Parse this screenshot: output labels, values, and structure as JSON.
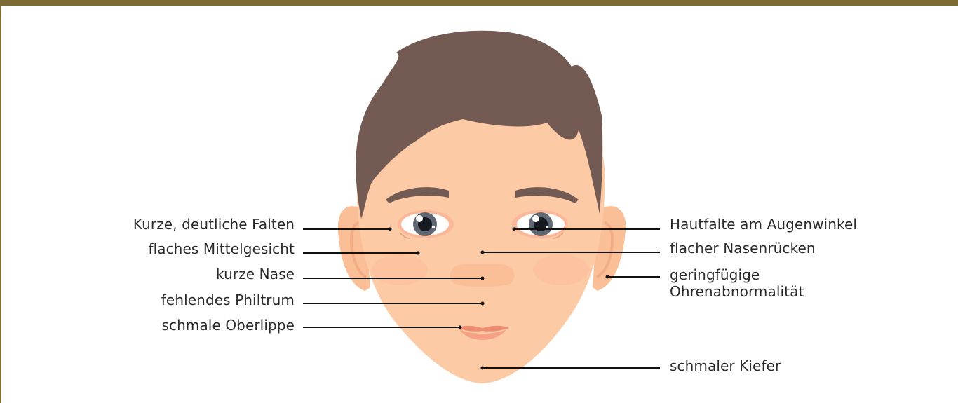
{
  "annotations_left": [
    {
      "id": "kurze-falten",
      "text": "Kurze, deutliche Falten"
    },
    {
      "id": "mittelgesicht",
      "text": "flaches Mittelgesicht"
    },
    {
      "id": "nase",
      "text": "kurze Nase"
    },
    {
      "id": "philtrum",
      "text": "fehlendes Philtrum"
    },
    {
      "id": "oberlippe",
      "text": "schmale Oberlippe"
    }
  ],
  "annotations_right": [
    {
      "id": "augenwinkel",
      "text": "Hautfalte am Augenwinkel"
    },
    {
      "id": "nasenruecken",
      "text": "flacher Nasenrücken"
    },
    {
      "id": "ohren",
      "text": "geringfügige Ohrenabnormalität"
    },
    {
      "id": "kiefer",
      "text": "schmaler Kiefer"
    }
  ],
  "colors": {
    "frame": "#7d6b36",
    "hair": "#735a52",
    "skin": "#fdcaa6",
    "eye_iris": "#5f6872",
    "lips": "#f2977b",
    "leader_line": "#111111"
  }
}
